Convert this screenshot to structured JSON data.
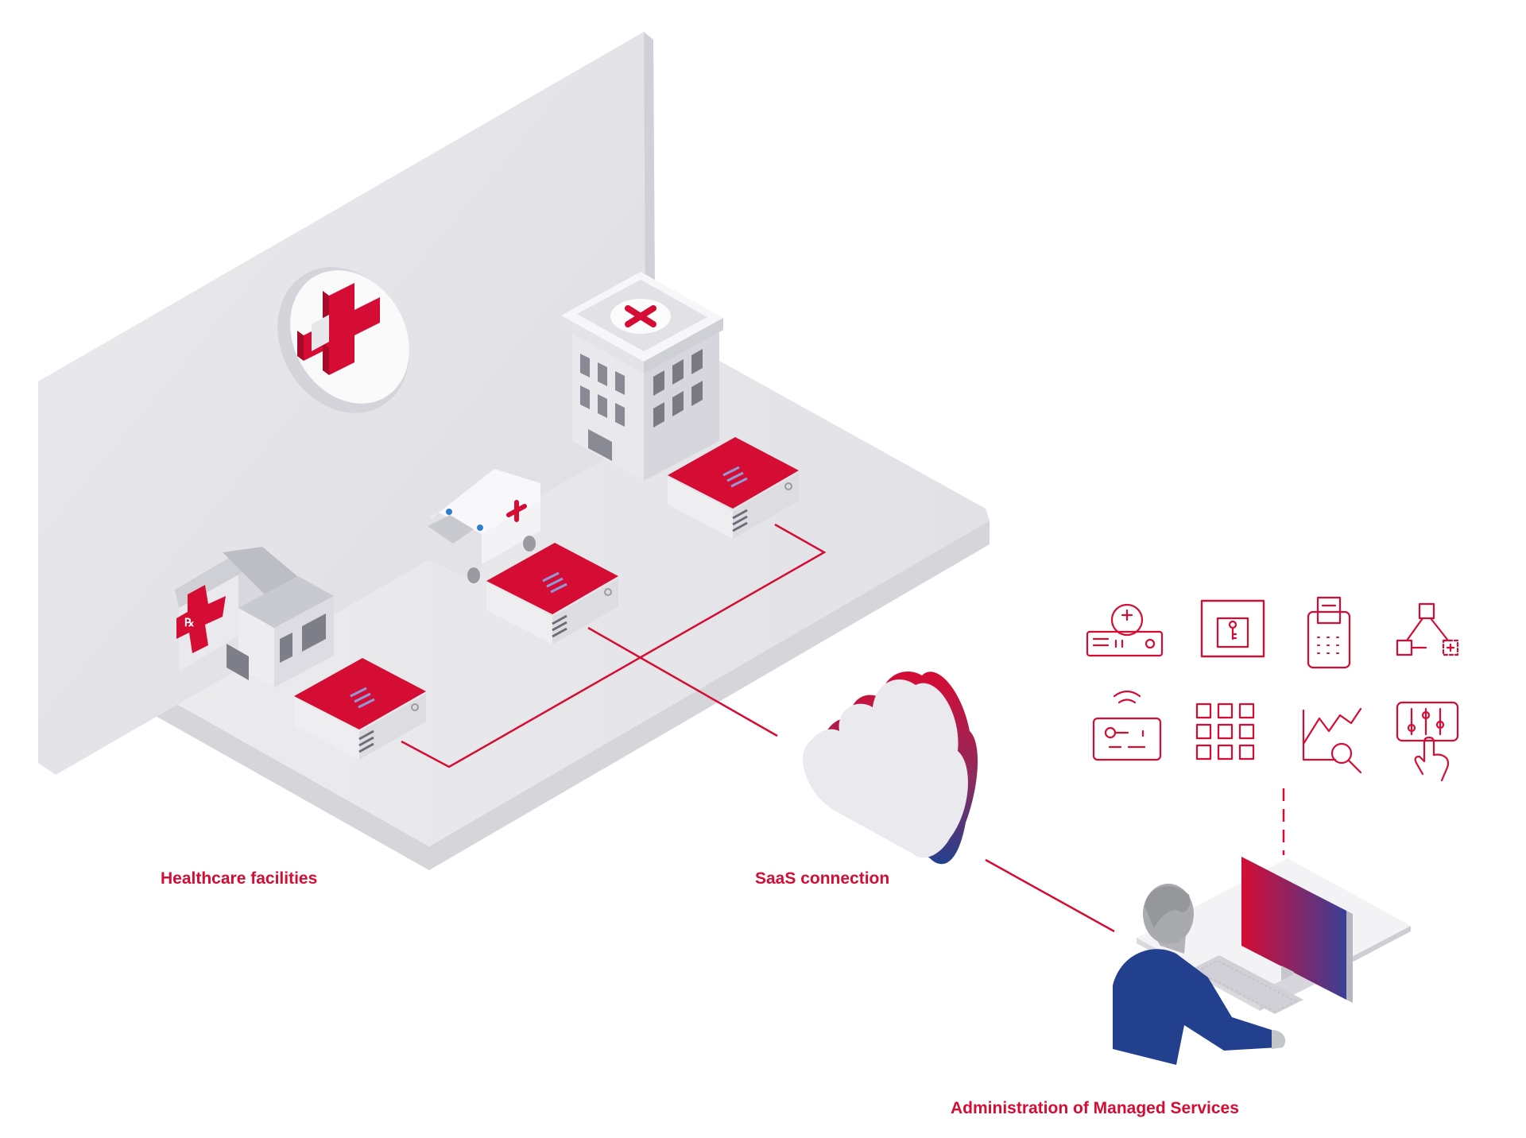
{
  "captions": {
    "healthcare_facilities": "Healthcare facilities",
    "saas_connection": "SaaS connection",
    "administration": "Administration of Managed Services"
  },
  "colors": {
    "accent_red": "#d50c34",
    "navy": "#23408f",
    "platform_grey": "#e6e6ea",
    "building_white": "#f4f4f6",
    "window_grey": "#8a8a94",
    "person_grey": "#a9aaad"
  },
  "icons": [
    "medical-device-icon",
    "key-access-icon",
    "payment-terminal-icon",
    "network-topology-icon",
    "wifi-router-maintenance-icon",
    "app-grid-icon",
    "chart-analysis-icon",
    "settings-sliders-touch-icon"
  ]
}
